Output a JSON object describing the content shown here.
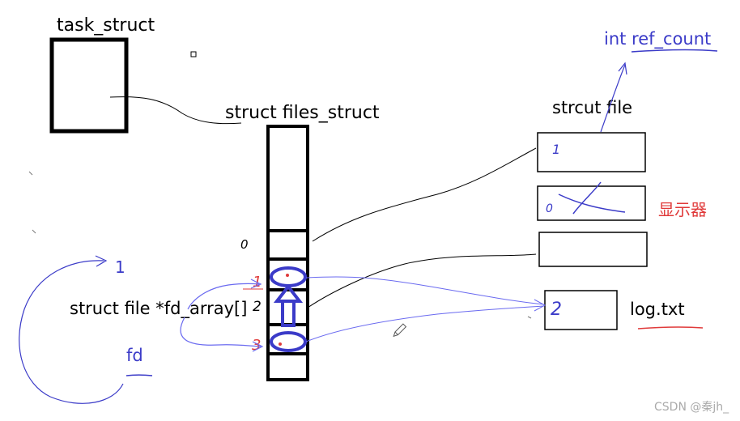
{
  "colors": {
    "ink": "#000000",
    "blue_ink": "#3b3bc8",
    "thin_blue": "#6a6af0",
    "red_ink": "#e03a3a",
    "watermark": "#aaaaaa"
  },
  "labels": {
    "task_struct": "task_struct",
    "files_struct": "struct files_struct",
    "fd_array": "struct file *fd_array[]",
    "struct_file": "strcut file",
    "ref_count": "int ref_count",
    "display": "显示器",
    "log_txt": "log.txt",
    "fd": "fd",
    "idx_1": "1",
    "cell_0": "0",
    "num_1": "1",
    "num_2": "2",
    "num_3": "3",
    "file_count_1": "1",
    "file_count_0": "0",
    "file_count_2": "2",
    "watermark": "CSDN @秦jh_"
  },
  "icons": [
    "pencil-icon"
  ]
}
